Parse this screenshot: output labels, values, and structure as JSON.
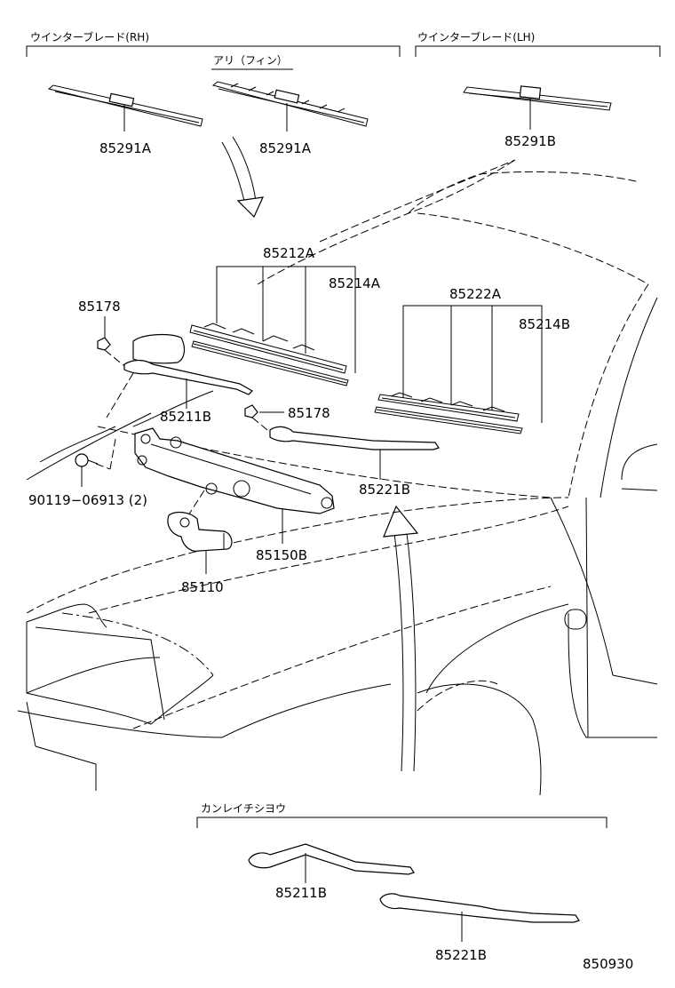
{
  "sections": {
    "winter_blade_rh": "ウインターブレード(RH)",
    "winter_blade_lh": "ウインターブレード(LH)",
    "with_fin": "アリ（フィン）",
    "cold_region": "カンレイチシヨウ"
  },
  "parts": {
    "p85291A_left": "85291A",
    "p85291A_fin": "85291A",
    "p85291B": "85291B",
    "p85212A": "85212A",
    "p85214A": "85214A",
    "p85222A": "85222A",
    "p85214B": "85214B",
    "p85178_left": "85178",
    "p85178_center": "85178",
    "p85211B_main": "85211B",
    "p85221B_main": "85221B",
    "p90119": "90119−06913 (2)",
    "p85150B": "85150B",
    "p85110": "85110",
    "p85211B_cold": "85211B",
    "p85221B_cold": "85221B"
  },
  "diagram_code": "850930"
}
